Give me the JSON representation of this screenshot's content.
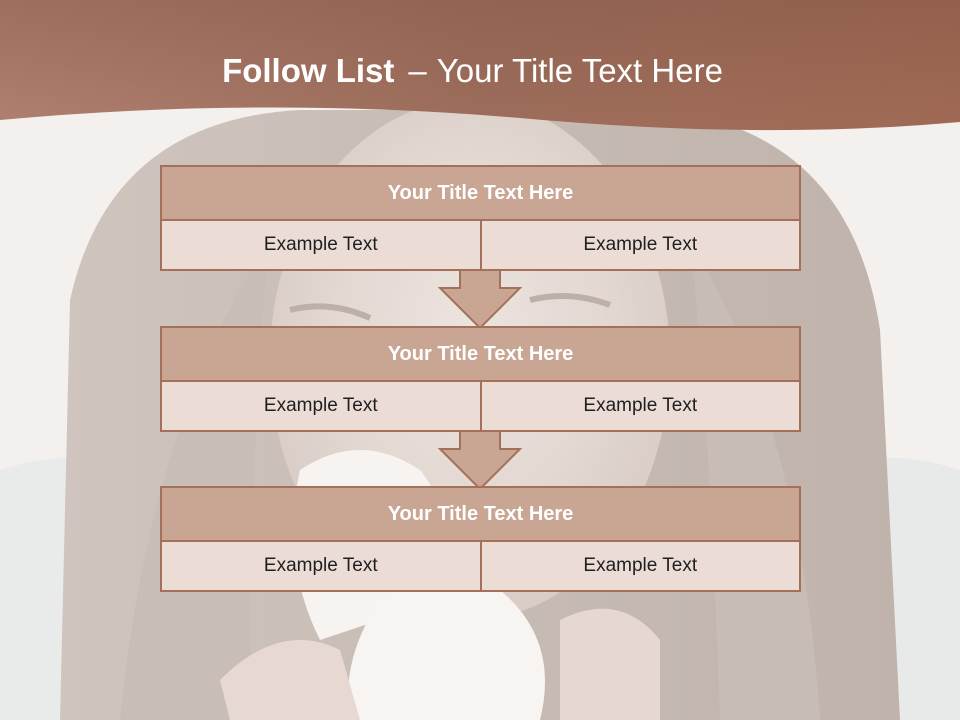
{
  "slide": {
    "title_bold": "Follow List",
    "title_sep": "–",
    "title_rest": "Your Title Text Here"
  },
  "blocks": [
    {
      "title": "Your Title Text Here",
      "left": "Example Text",
      "right": "Example Text"
    },
    {
      "title": "Your Title Text Here",
      "left": "Example Text",
      "right": "Example Text"
    },
    {
      "title": "Your Title Text Here",
      "left": "Example Text",
      "right": "Example Text"
    }
  ],
  "colors": {
    "header": "#a77462",
    "title_fill": "#c9a693",
    "cell_fill": "#ecdcd6",
    "border": "#a5705a"
  }
}
